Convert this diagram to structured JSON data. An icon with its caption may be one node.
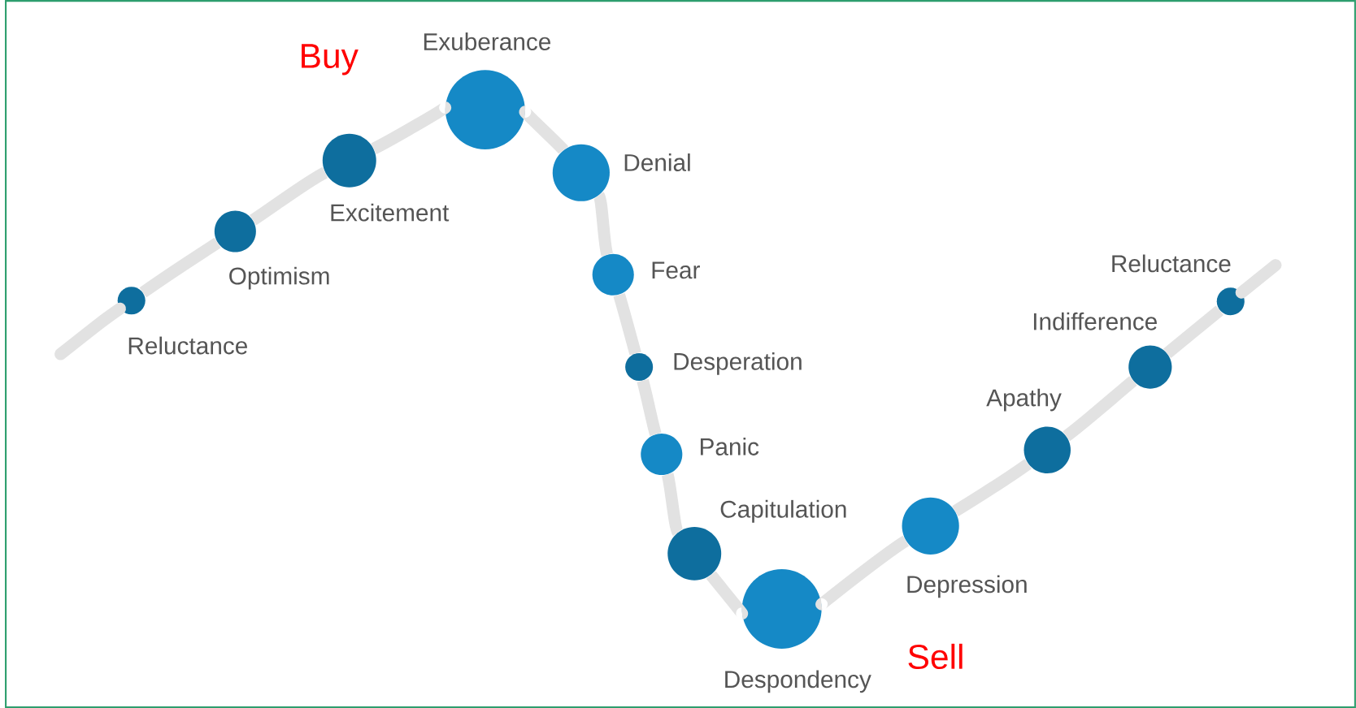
{
  "diagram": {
    "nodes": [
      {
        "text": [],
        "shape": "circle",
        "beside": [
          "Reluctance"
        ]
      },
      {
        "text": [],
        "shape": "circle",
        "beside": [
          "Optimism"
        ]
      },
      {
        "text": [],
        "shape": "circle",
        "beside": [
          "Excitement"
        ]
      },
      {
        "text": [],
        "shape": "circle",
        "beside": [
          "Exuberance"
        ]
      },
      {
        "text": [],
        "shape": "circle",
        "beside": [
          "Denial"
        ]
      },
      {
        "text": [],
        "shape": "circle",
        "beside": [
          "Fear"
        ]
      },
      {
        "text": [],
        "shape": "circle",
        "beside": [
          "Desperation"
        ]
      },
      {
        "text": [],
        "shape": "circle",
        "beside": [
          "Panic"
        ]
      },
      {
        "text": [],
        "shape": "circle",
        "beside": [
          "Capitulation"
        ]
      },
      {
        "text": [],
        "shape": "circle",
        "beside": [
          "Despondency"
        ]
      },
      {
        "text": [],
        "shape": "circle",
        "beside": [
          "Depression"
        ]
      },
      {
        "text": [],
        "shape": "circle",
        "beside": [
          "Apathy"
        ]
      },
      {
        "text": [],
        "shape": "circle",
        "beside": [
          "Indifference"
        ]
      },
      {
        "text": [],
        "shape": "circle",
        "beside": [
          "Reluctance"
        ]
      }
    ],
    "edges": [
      {
        "from": 0,
        "to": 1,
        "arrow": "none"
      },
      {
        "from": 1,
        "to": 2,
        "arrow": "none"
      },
      {
        "from": 2,
        "to": 3,
        "arrow": "none"
      },
      {
        "from": 3,
        "to": 4,
        "arrow": "none"
      },
      {
        "from": 4,
        "to": 5,
        "arrow": "none"
      },
      {
        "from": 5,
        "to": 6,
        "arrow": "none"
      },
      {
        "from": 6,
        "to": 7,
        "arrow": "none"
      },
      {
        "from": 7,
        "to": 8,
        "arrow": "none"
      },
      {
        "from": 8,
        "to": 9,
        "arrow": "none"
      },
      {
        "from": 9,
        "to": 10,
        "arrow": "none"
      },
      {
        "from": 10,
        "to": 11,
        "arrow": "none"
      },
      {
        "from": 11,
        "to": 12,
        "arrow": "none"
      },
      {
        "from": 12,
        "to": 13,
        "arrow": "none"
      }
    ],
    "labels": [
      "Buy",
      "Sell"
    ]
  }
}
